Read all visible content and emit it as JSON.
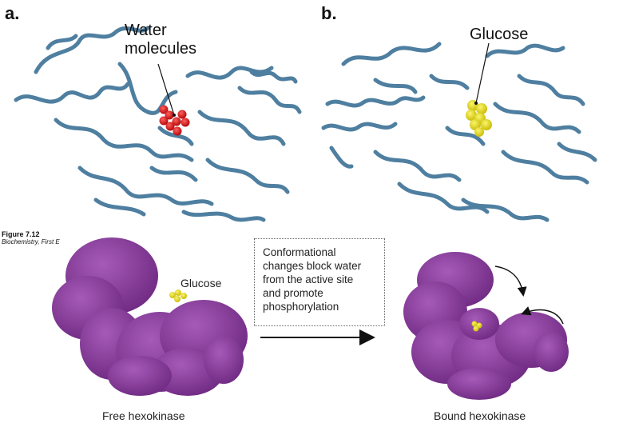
{
  "panels": {
    "a": {
      "label": "a.",
      "callout_line1": "Water",
      "callout_line2": "molecules"
    },
    "b": {
      "label": "b.",
      "callout": "Glucose"
    }
  },
  "figure_caption": {
    "number": "Figure 7.12",
    "source": "Biochemistry, First E"
  },
  "bottom": {
    "glucose_label": "Glucose",
    "transition_text_lines": [
      "Conformational",
      "changes block water",
      "from the active site",
      "and promote",
      "phosphorylation"
    ],
    "left_caption": "Free hexokinase",
    "right_caption": "Bound hexokinase"
  },
  "colors": {
    "protein_ribbon": "#4f7fa0",
    "water": "#e01414",
    "glucose": "#e8e020",
    "hexokinase_surface": "#8a3c9c"
  }
}
